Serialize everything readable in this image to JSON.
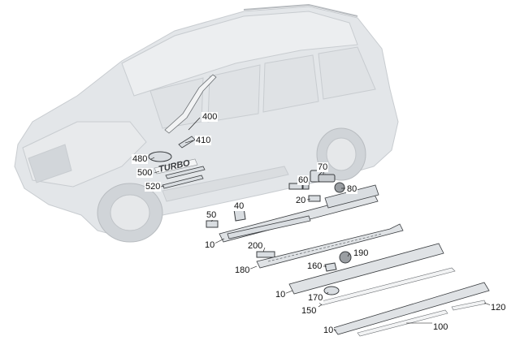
{
  "callouts": {
    "c400": "400",
    "c410": "410",
    "c480": "480",
    "c500": "500",
    "c520": "520",
    "c70": "70",
    "c60": "60",
    "c80": "80",
    "c20": "20",
    "c50": "50",
    "c40": "40",
    "c10a": "10",
    "c200": "200",
    "c190": "190",
    "c180": "180",
    "c160": "160",
    "c10b": "10",
    "c170": "170",
    "c150": "150",
    "c120": "120",
    "c10c": "10",
    "c100": "100"
  },
  "badge_text": "TURBO",
  "colors": {
    "car_fill": "#e3e6e9",
    "car_stroke": "#c8ccd0",
    "part_fill": "#d9dde1",
    "part_dark": "#3a3d40",
    "label_text": "#111111"
  }
}
